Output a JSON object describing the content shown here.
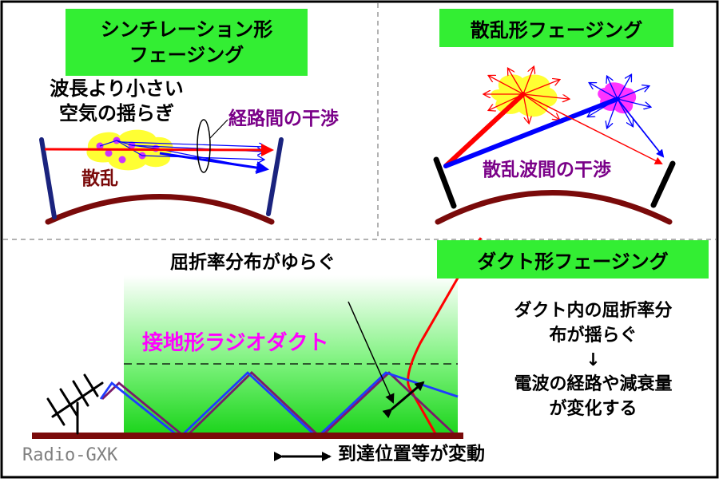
{
  "panels": {
    "scintillation": {
      "title_lines": [
        "シンチレーション形",
        "フェージング"
      ],
      "cause_lines": [
        "波長より小さい",
        "空気の揺らぎ"
      ],
      "scatter_label": "散乱",
      "interference_label": "経路間の干渉"
    },
    "scatter": {
      "title": "散乱形フェージング",
      "interference_label": "散乱波間の干渉"
    },
    "duct": {
      "title": "ダクト形フェージング",
      "fluctuation_label": "屈折率分布がゆらぐ",
      "duct_name": "接地形ラジオダクト",
      "explanation_lines": [
        "ダクト内の屈折率分",
        "布が揺らぐ",
        "↓",
        "電波の経路や減衰量",
        "が変化する"
      ],
      "position_label": "到達位置等が変動"
    }
  },
  "watermark": "Radio-GXK",
  "colors": {
    "title_box": "#33ee33",
    "ground": "#7a0a0a",
    "antenna_blue": "#1a237e",
    "ray_red": "#ff0000",
    "ray_blue": "#0000ff",
    "scatter_label": "#7a0a0a",
    "interference_label": "#7a0088",
    "duct_name": "#ff00ff",
    "scatter_blob": "#ffff33",
    "scatter_particle": "#ff00ff",
    "duct_wave_blue": "#1f3bff",
    "duct_wave_purple": "#7a1a6a"
  }
}
